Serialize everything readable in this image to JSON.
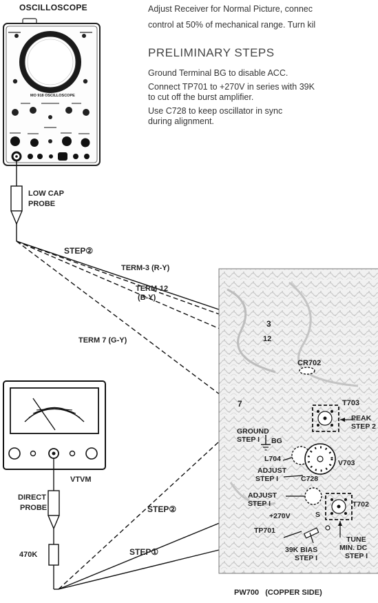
{
  "oscilloscope": {
    "title": "OSCILLOSCOPE",
    "model_label": "MO 918 OSCILLOSCOPE"
  },
  "intro": {
    "line1": "Adjust Receiver for Normal Picture, connec",
    "line2": "control at 50% of mechanical range. Turn kil"
  },
  "preliminary": {
    "heading": "PRELIMINARY STEPS",
    "step1": "Ground Terminal BG to disable ACC.",
    "step2a": "Connect TP701 to +270V in series with 39K",
    "step2b": "to cut off the burst amplifier.",
    "step3a": "Use C728 to keep oscillator in sync",
    "step3b": "during alignment."
  },
  "probes": {
    "low_cap_line1": "LOW CAP",
    "low_cap_line2": "PROBE",
    "direct_line1": "DIRECT",
    "direct_line2": "PROBE",
    "resistor": "470K"
  },
  "vtvm": {
    "label": "VTVM"
  },
  "wires": {
    "step2_top": "STEP②",
    "term3": "TERM-3 (R-Y)",
    "term12_line1": "TERM-12",
    "term12_line2": "(B-Y)",
    "term7": "TERM 7 (G-Y)",
    "step2_bottom": "STEP②",
    "step1_bottom": "STEP①"
  },
  "board": {
    "caption": "PW700   (COPPER SIDE)",
    "pin3": "3",
    "pin12": "12",
    "pin7": "7",
    "cr702": "CR702",
    "t703": "T703",
    "peak_line1": "PEAK",
    "peak_line2": "STEP 2",
    "ground_line1": "GROUND",
    "ground_line2": "STEP I",
    "bg": "BG",
    "l704": "L704",
    "v703": "V703",
    "adjust1_line1": "ADJUST",
    "adjust1_line2": "STEP I",
    "c728": "C728",
    "adjust2_line1": "ADJUST",
    "adjust2_line2": "STEP I",
    "t702": "T702",
    "v270": "+270V",
    "s": "S",
    "tp701": "TP701",
    "bias_line1": "39K BIAS",
    "bias_line2": "STEP I",
    "tune_line1": "TUNE",
    "tune_line2": "MIN. DC",
    "tune_line3": "STEP I"
  }
}
